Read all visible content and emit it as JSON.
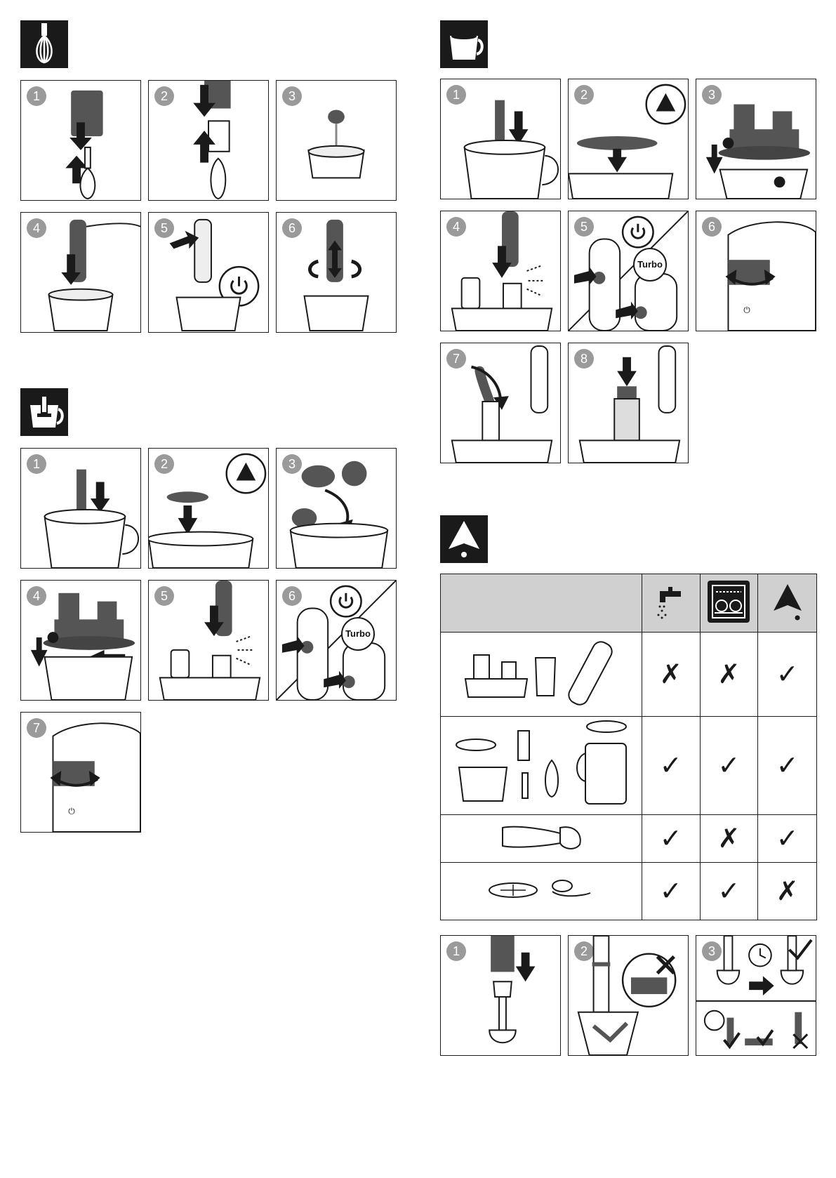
{
  "steps": [
    "1",
    "2",
    "3",
    "4",
    "5",
    "6",
    "7",
    "8"
  ],
  "turbo_label": "Turbo",
  "cleaning": {
    "rows": [
      {
        "marks": [
          "✗",
          "✗",
          "✓"
        ]
      },
      {
        "marks": [
          "✓",
          "✓",
          "✓"
        ]
      },
      {
        "marks": [
          "✓",
          "✗",
          "✓"
        ]
      },
      {
        "marks": [
          "✓",
          "✓",
          "✗"
        ]
      }
    ]
  },
  "colors": {
    "accent": "#1a1a1a",
    "number_badge": "#9a9a9a",
    "table_header": "#d0d0d0"
  }
}
